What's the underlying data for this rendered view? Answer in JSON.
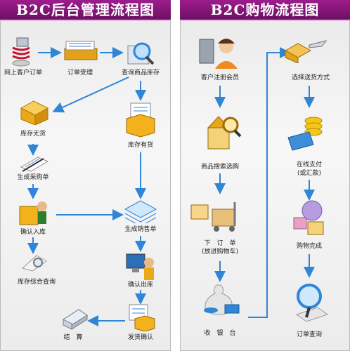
{
  "titles": {
    "left": "B2C后台管理流程图",
    "right": "B2C购物流程图"
  },
  "left_nodes": {
    "online_order": "网上客户订单",
    "order_accept": "订单受理",
    "check_stock": "查询商品库存",
    "out_of_stock": "库存无货",
    "in_stock": "库存有货",
    "purchase_order": "生成采购单",
    "confirm_inbound": "确认入库",
    "sales_order": "生成销售单",
    "stock_query": "库存综合查询",
    "confirm_outbound": "确认出库",
    "settlement": "结　算",
    "ship_confirm": "发货确认"
  },
  "right_nodes": {
    "register": "客户注册会员",
    "search": "商品搜索选购",
    "order_line1": "下　订　单",
    "order_line2": "(放进购物车)",
    "cashier": "收　银　台",
    "shipping": "选择送货方式",
    "payment_line1": "在线支付",
    "payment_line2": "(或汇款)",
    "complete": "购物完成",
    "order_query": "订单查询"
  },
  "colors": {
    "banner": "#8b1a7c",
    "arrow": "#2f86d6",
    "box": "#f3b21c"
  }
}
